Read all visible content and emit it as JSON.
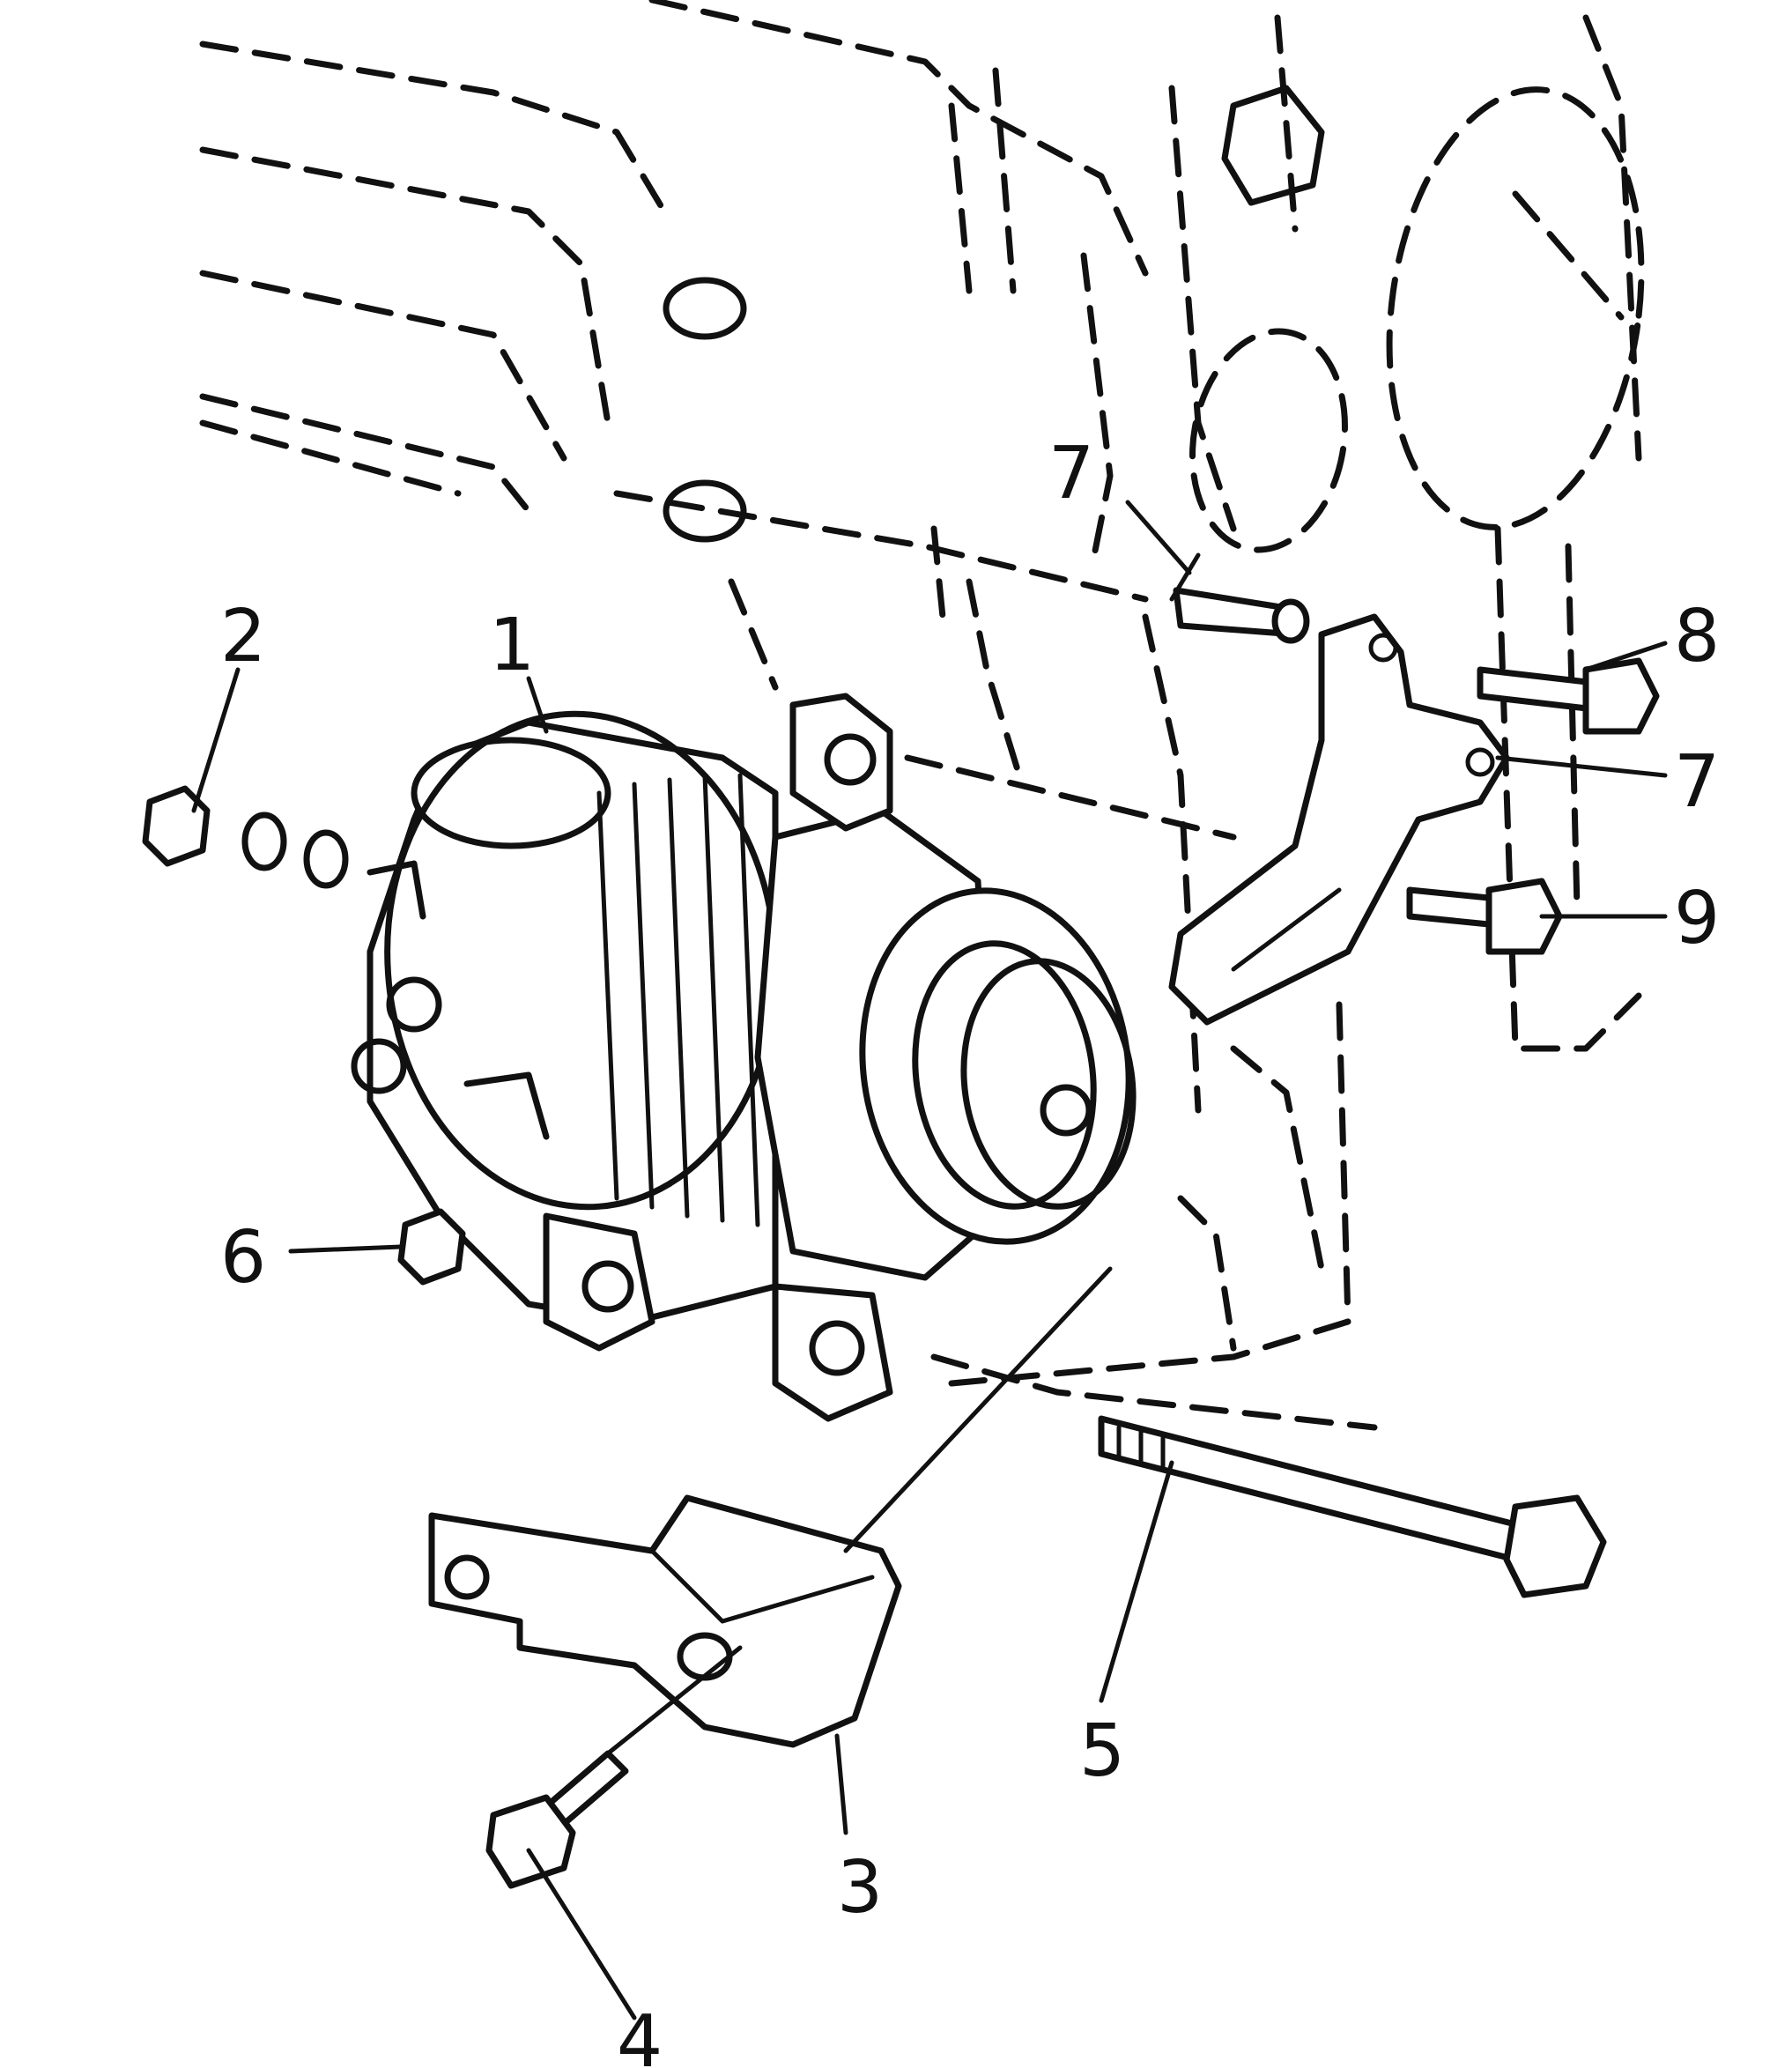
{
  "callouts": {
    "c1": "1",
    "c2": "2",
    "c3": "3",
    "c4": "4",
    "c5": "5",
    "c6": "6",
    "c7a": "7",
    "c7b": "7",
    "c8": "8",
    "c9": "9"
  },
  "colors": {
    "ink": "#111111",
    "paper": "#ffffff"
  }
}
